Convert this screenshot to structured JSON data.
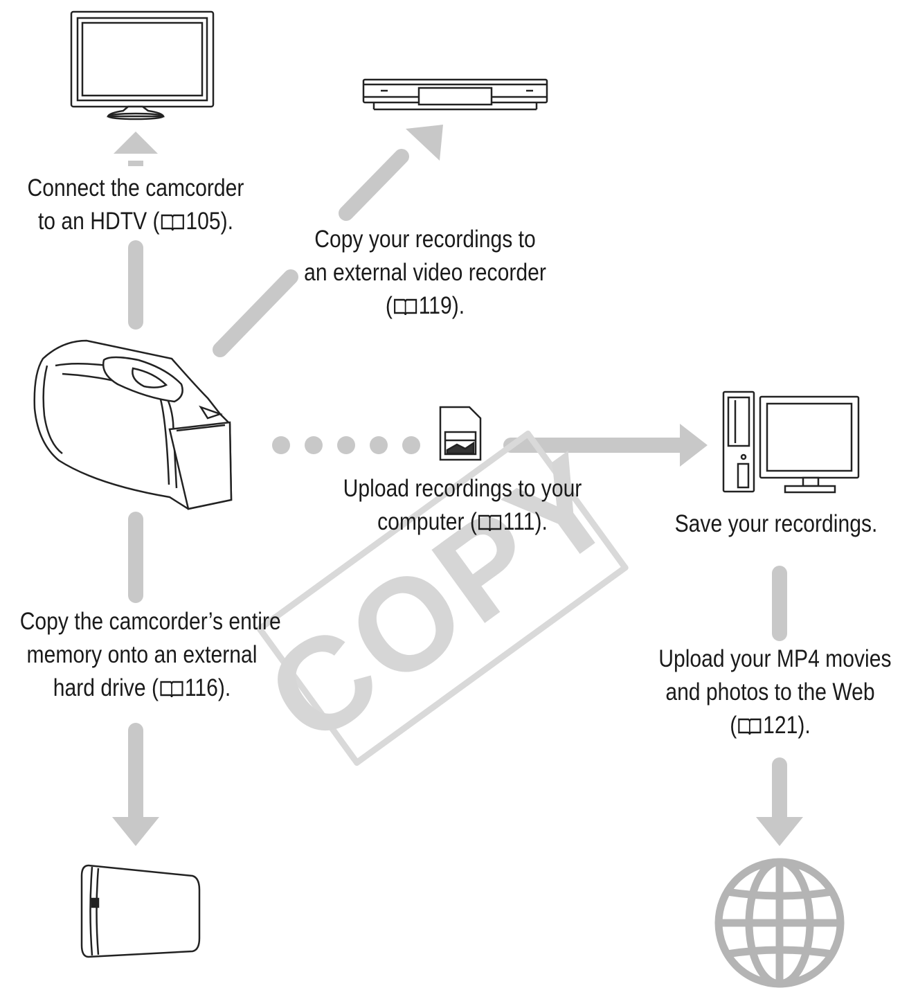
{
  "watermark": "COPY",
  "labels": {
    "hdtv": {
      "line1": "Connect the camcorder",
      "line2_pre": "to an HDTV (",
      "line2_page": "105",
      "line2_post": ")."
    },
    "recorder": {
      "line1": "Copy your recordings to",
      "line2": "an external video recorder",
      "line3_pre": "(",
      "line3_page": "119",
      "line3_post": ")."
    },
    "computer_upload": {
      "line1": "Upload recordings to your",
      "line2_pre": "computer (",
      "line2_page": "111",
      "line2_post": ")."
    },
    "save": {
      "line1": "Save your recordings."
    },
    "hdd": {
      "line1": "Copy the camcorder’s entire",
      "line2": "memory onto an external",
      "line3_pre": "hard drive (",
      "line3_page": "116",
      "line3_post": ")."
    },
    "web": {
      "line1": "Upload your MP4 movies",
      "line2": "and photos to the Web",
      "line3_pre": "(",
      "line3_page": "121",
      "line3_post": ")."
    }
  },
  "icons": [
    "hdtv-icon",
    "video-recorder-icon",
    "camcorder-icon",
    "sd-card-icon",
    "computer-icon",
    "external-hard-drive-icon",
    "globe-icon",
    "book-icon"
  ],
  "colors": {
    "arrow": "#c8c8c8",
    "outline": "#222222",
    "text": "#1a1a1a",
    "watermark": "#d6d6d6"
  }
}
